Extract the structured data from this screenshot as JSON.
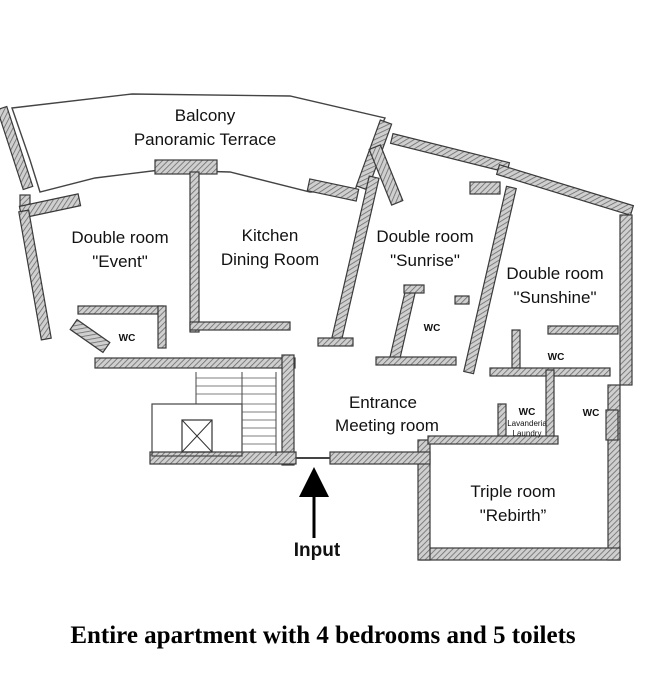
{
  "rooms": {
    "balcony_line1": "Balcony",
    "balcony_line2": "Panoramic Terrace",
    "event_line1": "Double room",
    "event_line2": "\"Event\"",
    "kitchen_line1": "Kitchen",
    "kitchen_line2": "Dining Room",
    "sunrise_line1": "Double room",
    "sunrise_line2": "\"Sunrise\"",
    "sunshine_line1": "Double room",
    "sunshine_line2": "\"Sunshine\"",
    "entrance_line1": "Entrance",
    "entrance_line2": "Meeting room",
    "rebirth_line1": "Triple room",
    "rebirth_line2": "\"Rebirth”"
  },
  "wc": {
    "event": "WC",
    "sunrise": "WC",
    "sunshine": "WC",
    "laundry": "WC",
    "laundry_sub1": "Lavanderia",
    "laundry_sub2": "Laundry",
    "rebirth": "WC"
  },
  "entry_label": "Input",
  "caption": "Entire apartment with 4 bedrooms and 5 toilets"
}
